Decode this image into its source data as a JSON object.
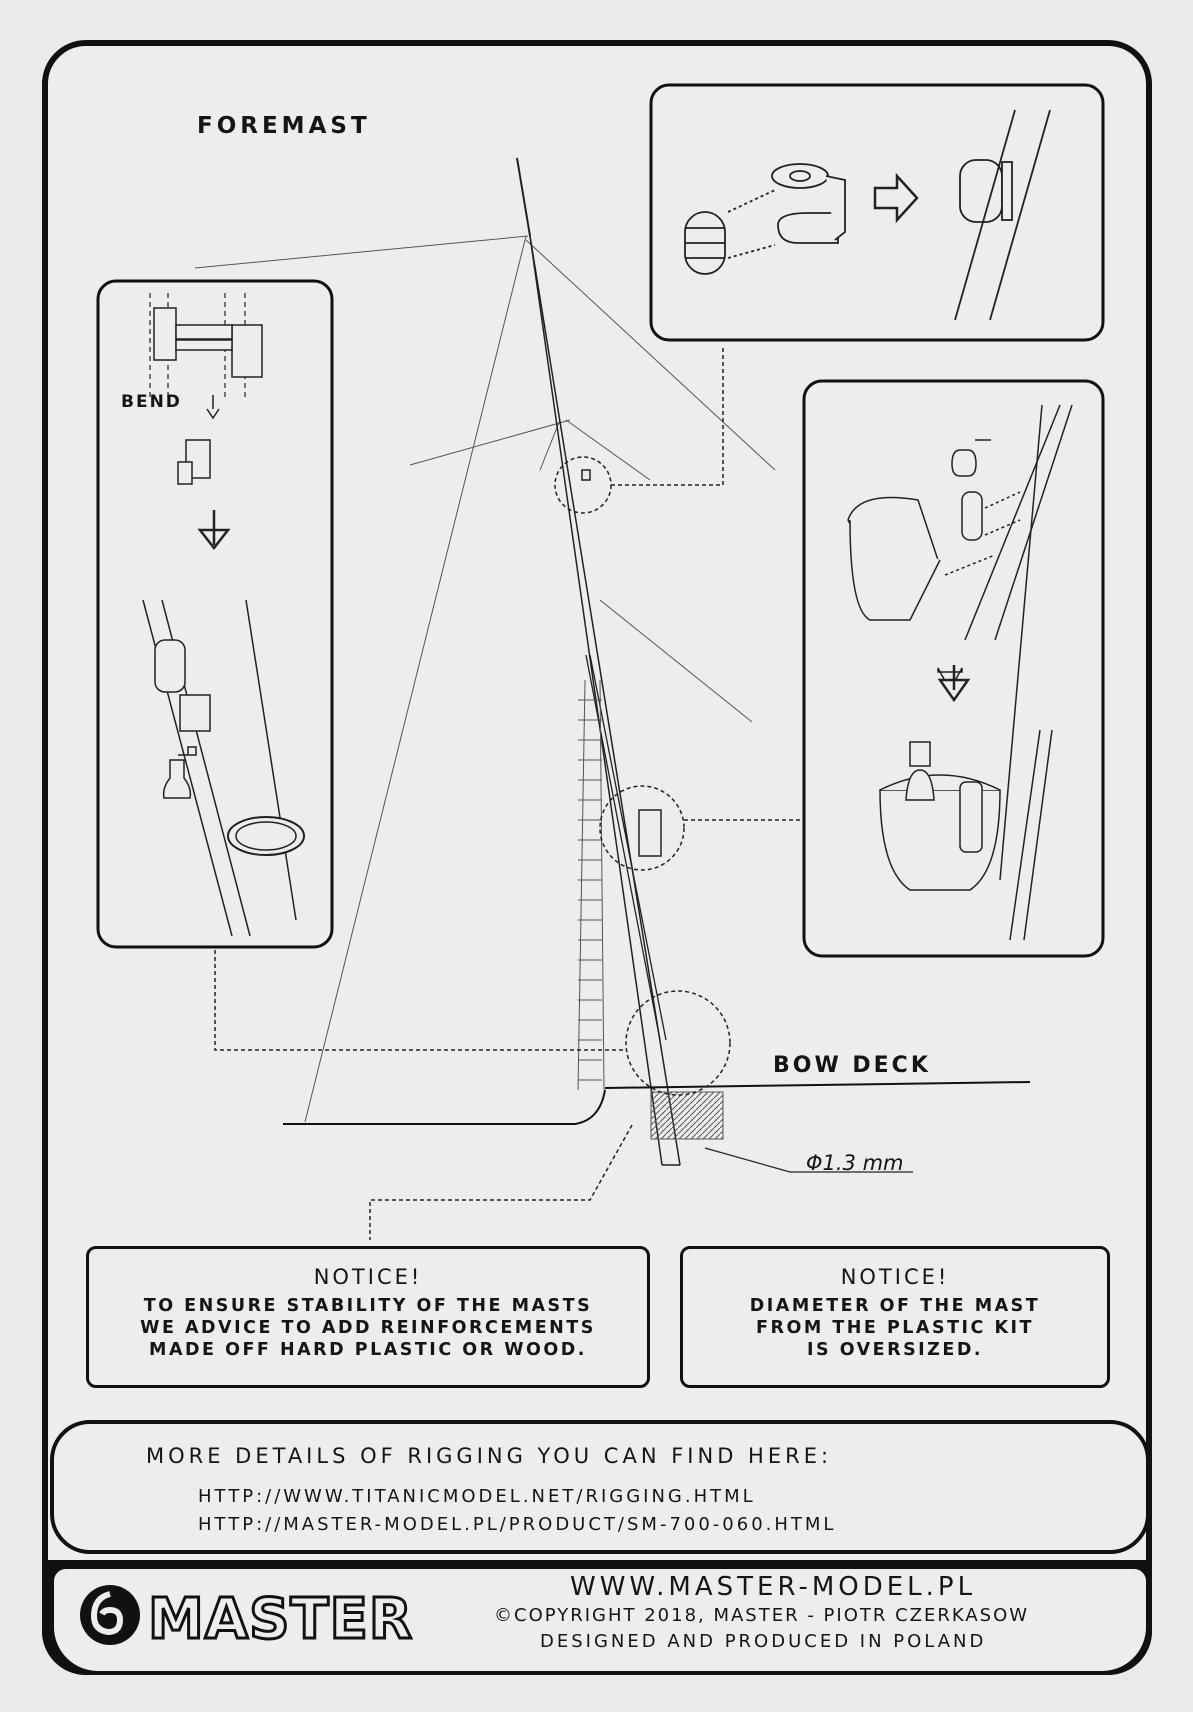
{
  "labels": {
    "foremast": "FOREMAST",
    "bend": "BEND",
    "bow_deck": "BOW DECK",
    "diameter": "Φ1.3 mm"
  },
  "notice_left": {
    "title": "NOTICE!",
    "lines": [
      "TO ENSURE STABILITY OF THE MASTS",
      "WE ADVICE TO ADD REINFORCEMENTS",
      "MADE OFF HARD PLASTIC OR WOOD."
    ]
  },
  "notice_right": {
    "title": "NOTICE!",
    "lines": [
      "DIAMETER OF THE MAST",
      "FROM THE PLASTIC KIT",
      "IS OVERSIZED."
    ]
  },
  "details": {
    "heading": "MORE DETAILS OF RIGGING YOU CAN FIND HERE:",
    "urls": [
      "HTTP://WWW.TITANICMODEL.NET/RIGGING.HTML",
      "HTTP://MASTER-MODEL.PL/PRODUCT/SM-700-060.HTML"
    ]
  },
  "footer": {
    "logo_text": "MASTER",
    "website": "WWW.MASTER-MODEL.PL",
    "copyright": "©COPYRIGHT 2018, MASTER - PIOTR CZERKASOW",
    "produced": "DESIGNED AND PRODUCED IN POLAND"
  }
}
